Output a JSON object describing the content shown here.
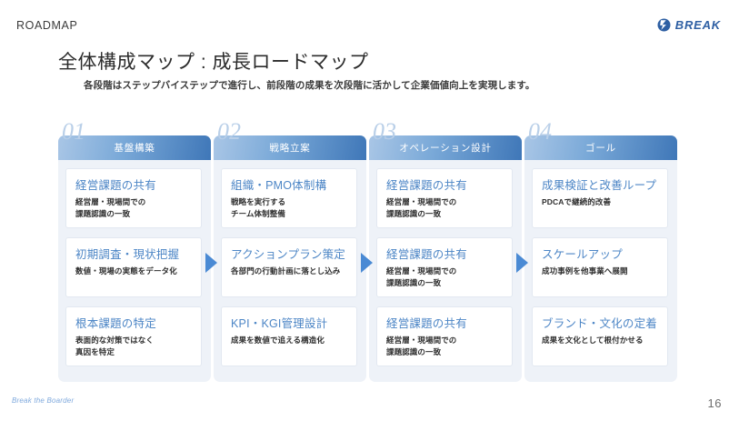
{
  "header": {
    "eyebrow": "ROADMAP",
    "brand_name": "BREAK",
    "brand_icon": "break-logo-icon",
    "brand_color": "#2e5fa3"
  },
  "title": {
    "main": "全体構成マップ : 成長ロードマップ",
    "sub": "各段階はステップバイステップで進行し、前段階の成果を次段階に活かして企業価値向上を実現します。"
  },
  "theme": {
    "header_gradient_from": "#a9c6e6",
    "header_gradient_to": "#3f77b8",
    "panel_bg": "#eef2f8",
    "card_title_color": "#4d86c6",
    "stage_number_color": "#b9cfe8",
    "arrow_color": "#4a8ad4"
  },
  "stages": [
    {
      "number": "01",
      "label": "基盤構築",
      "cards": [
        {
          "title": "経営課題の共有",
          "desc": "経営層・現場間での\n課題認識の一致"
        },
        {
          "title": "初期調査・現状把握",
          "desc": "数値・現場の実態をデータ化"
        },
        {
          "title": "根本課題の特定",
          "desc": "表面的な対策ではなく\n真因を特定"
        }
      ]
    },
    {
      "number": "02",
      "label": "戦略立案",
      "cards": [
        {
          "title": "組織・PMO体制構",
          "desc": "戦略を実行する\nチーム体制整備"
        },
        {
          "title": "アクションプラン策定",
          "desc": "各部門の行動計画に落とし込み"
        },
        {
          "title": "KPI・KGI管理設計",
          "desc": "成果を数値で追える構造化"
        }
      ]
    },
    {
      "number": "03",
      "label": "オペレーション設計",
      "cards": [
        {
          "title": "経営課題の共有",
          "desc": "経営層・現場間での\n課題認識の一致"
        },
        {
          "title": "経営課題の共有",
          "desc": "経営層・現場間での\n課題認識の一致"
        },
        {
          "title": "経営課題の共有",
          "desc": "経営層・現場間での\n課題認識の一致"
        }
      ]
    },
    {
      "number": "04",
      "label": "ゴール",
      "cards": [
        {
          "title": "成果検証と改善ループ",
          "desc": "PDCAで継続的改善"
        },
        {
          "title": "スケールアップ",
          "desc": "成功事例を他事業へ展開"
        },
        {
          "title": "ブランド・文化の定着",
          "desc": "成果を文化として根付かせる"
        }
      ]
    }
  ],
  "footer": {
    "tagline": "Break the Boarder",
    "page_number": "16"
  }
}
